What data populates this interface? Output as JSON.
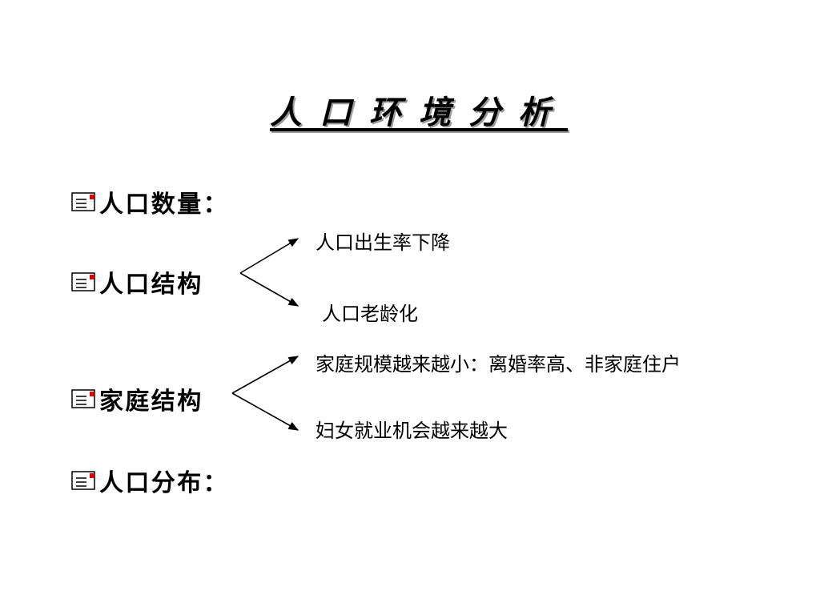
{
  "slide": {
    "title": "人口环境分析",
    "bullets": [
      {
        "label": "人口数量：",
        "icon": "document-bullet-icon"
      },
      {
        "label": "人口结构",
        "icon": "document-bullet-icon"
      },
      {
        "label": "家庭结构",
        "icon": "document-bullet-icon"
      },
      {
        "label": "人口分布：",
        "icon": "document-bullet-icon"
      }
    ],
    "population_structure": {
      "branches": [
        "人口出生率下降",
        "人口老龄化"
      ]
    },
    "family_structure": {
      "branches": [
        "家庭规模越来越小：离婚率高、非家庭住户",
        "妇女就业机会越来越大"
      ]
    },
    "colors": {
      "bullet_accent": "#e00000",
      "title_shadow": "#9a9a9a"
    }
  }
}
